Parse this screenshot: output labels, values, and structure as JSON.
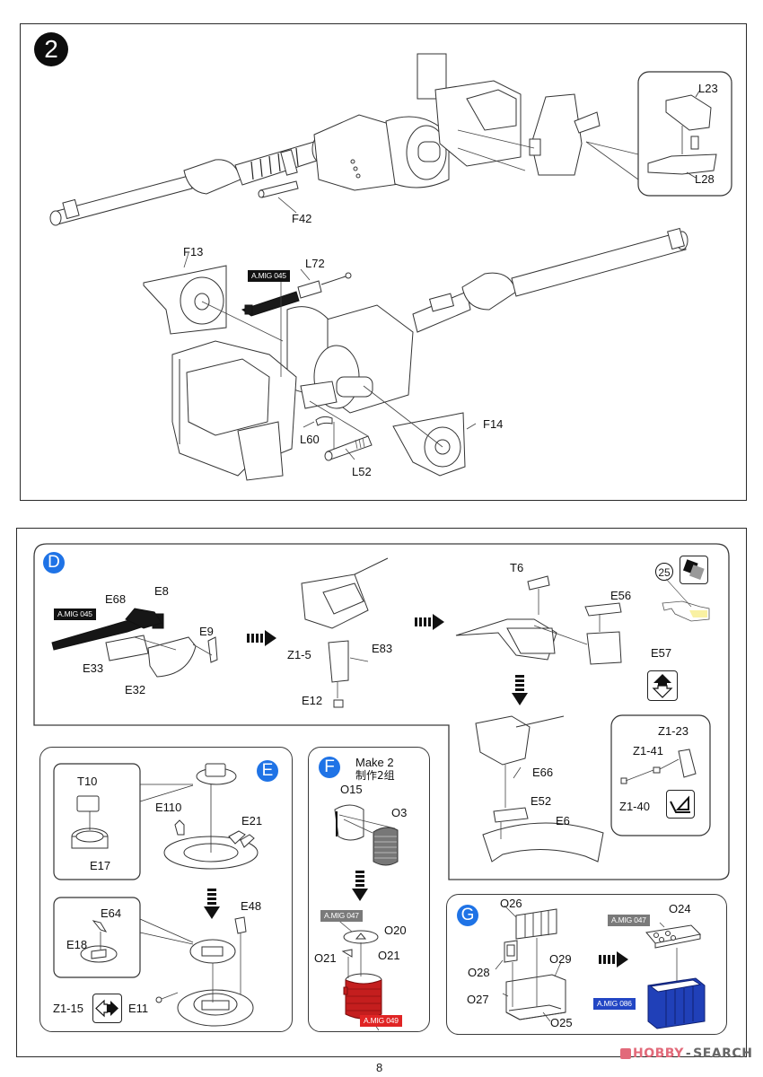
{
  "page": {
    "number": "8"
  },
  "colors": {
    "step_badge": "#0d0d0d",
    "sub_badge": "#1f73e6",
    "tag_black": "#111111",
    "tag_grey": "#7a7a7a",
    "tag_red": "#e02424",
    "tag_blue": "#2246c4",
    "part_red": "#c41e1e",
    "part_blue": "#2040b8",
    "watermark_red": "#e26a7a",
    "watermark_grey": "#666666"
  },
  "step2": {
    "number": "2",
    "labels": {
      "f42": "F42",
      "l23": "L23",
      "l28": "L28",
      "f13": "F13",
      "l72": "L72",
      "l60": "L60",
      "l52": "L52",
      "f14": "F14"
    },
    "paint_tag": "A.MIG 045"
  },
  "sectionD": {
    "badge": "D",
    "paint_tag": "A.MIG 045",
    "labels": {
      "e68": "E68",
      "e8": "E8",
      "e9": "E9",
      "e33": "E33",
      "e32": "E32",
      "z1_5": "Z1-5",
      "e83": "E83",
      "e12": "E12",
      "t6": "T6",
      "e56": "E56",
      "e57": "E57",
      "e66": "E66",
      "e52": "E52",
      "e6": "E6",
      "z1_23": "Z1-23",
      "z1_41": "Z1-41",
      "z1_40": "Z1-40"
    },
    "callout_number": "25",
    "icons": [
      "color-swatch-icon",
      "flip-vertical-icon",
      "bend-angle-icon"
    ]
  },
  "sectionE": {
    "badge": "E",
    "labels": {
      "t10": "T10",
      "e17": "E17",
      "e110": "E110",
      "e21": "E21",
      "e64": "E64",
      "e18": "E18",
      "e48": "E48",
      "z1_15": "Z1-15",
      "e11": "E11"
    },
    "icons": [
      "flip-horizontal-icon"
    ]
  },
  "sectionF": {
    "badge": "F",
    "note_en": "Make 2",
    "note_cn": "制作2组",
    "labels": {
      "o15": "O15",
      "o3": "O3",
      "o20": "O20",
      "o21a": "O21",
      "o21b": "O21"
    },
    "paint_tags": {
      "grey": "A.MIG 047",
      "red": "A.MIG 049"
    }
  },
  "sectionG": {
    "badge": "G",
    "labels": {
      "o26": "O26",
      "o28": "O28",
      "o29": "O29",
      "o27": "O27",
      "o25": "O25",
      "o24": "O24"
    },
    "paint_tags": {
      "grey": "A.MIG 047",
      "blue": "A.MIG 086"
    }
  },
  "watermark": {
    "part1": "HOBBY",
    "part2": "SEARCH"
  }
}
